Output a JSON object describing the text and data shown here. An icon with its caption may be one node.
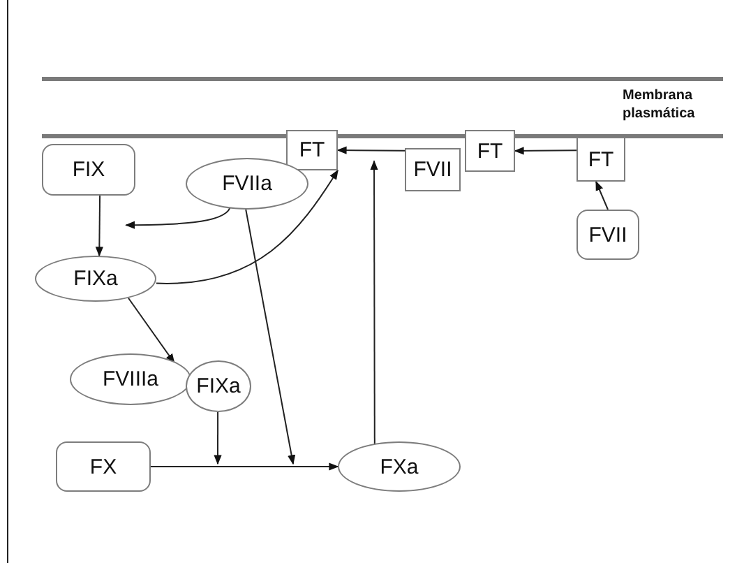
{
  "diagram": {
    "nodes": [
      {
        "text": [
          "FT"
        ]
      },
      {
        "text": [
          "FVII"
        ]
      },
      {
        "text": [
          "FT"
        ]
      },
      {
        "text": [
          "FT"
        ]
      },
      {
        "text": [
          "FVII"
        ]
      },
      {
        "text": [
          "FIX"
        ]
      },
      {
        "text": [
          "FVIIa"
        ]
      },
      {
        "text": [
          "FIXa"
        ]
      },
      {
        "text": [
          "FVIIIa"
        ]
      },
      {
        "text": [
          "FIXa"
        ]
      },
      {
        "text": [
          "FX"
        ]
      },
      {
        "text": [
          "FXa"
        ]
      }
    ],
    "edges": [
      {
        "from": 4,
        "to": 3,
        "arrow": "to"
      },
      {
        "from": 3,
        "to": 2,
        "arrow": "to"
      },
      {
        "from": 1,
        "to": 0,
        "arrow": "to"
      },
      {
        "from": 11,
        "to": 1,
        "arrow": "to"
      },
      {
        "from": 7,
        "to": 0,
        "arrow": "to"
      },
      {
        "from": 6,
        "to": 5,
        "arrow": "to"
      },
      {
        "from": 5,
        "to": 7,
        "arrow": "to"
      },
      {
        "from": 6,
        "to": null,
        "arrow": "to"
      },
      {
        "from": 7,
        "to": 8,
        "arrow": "to"
      },
      {
        "from": 9,
        "to": null,
        "arrow": "to"
      },
      {
        "from": 10,
        "to": 11,
        "arrow": "to"
      }
    ],
    "labels": [
      "Membrana plasmática"
    ]
  }
}
